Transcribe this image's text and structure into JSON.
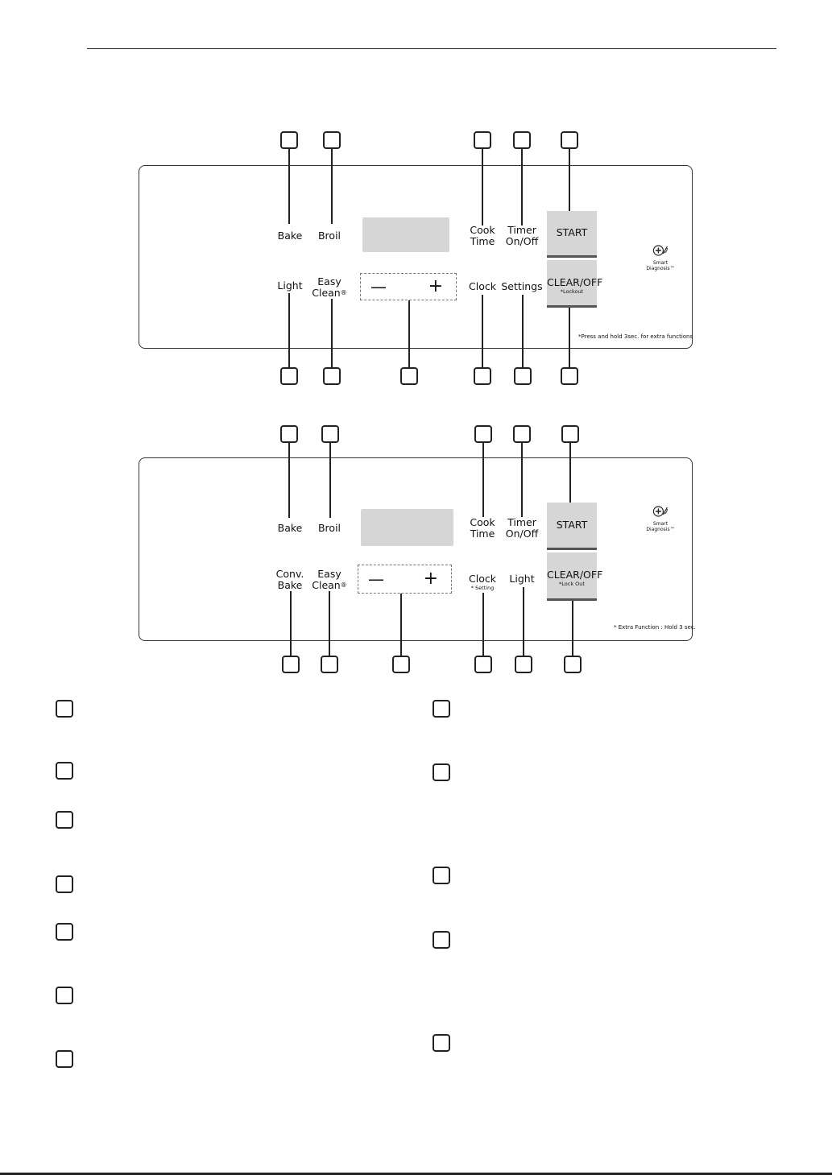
{
  "panel_a": {
    "buttons": {
      "bake": "Bake",
      "broil": "Broil",
      "cook_time_1": "Cook",
      "cook_time_2": "Time",
      "timer_1": "Timer",
      "timer_2": "On/Off",
      "start": "START",
      "light": "Light",
      "easy_clean_1": "Easy",
      "easy_clean_2": "Clean",
      "easy_clean_mark": "®",
      "minus": "—",
      "plus": "+",
      "clock": "Clock",
      "settings": "Settings",
      "clear_off": "CLEAR/OFF",
      "clear_off_sub": "*Lockout"
    },
    "note": "*Press and hold 3sec. for extra functions",
    "smart_diagnosis_1": "Smart",
    "smart_diagnosis_2": "Diagnosis™"
  },
  "panel_b": {
    "buttons": {
      "bake": "Bake",
      "broil": "Broil",
      "cook_time_1": "Cook",
      "cook_time_2": "Time",
      "timer_1": "Timer",
      "timer_2": "On/Off",
      "start": "START",
      "conv_bake_1": "Conv.",
      "conv_bake_2": "Bake",
      "easy_clean_1": "Easy",
      "easy_clean_2": "Clean",
      "easy_clean_mark": "®",
      "minus": "—",
      "plus": "+",
      "clock": "Clock",
      "clock_sub": "* Setting",
      "light": "Light",
      "clear_off": "CLEAR/OFF",
      "clear_off_sub": "*Lock Out"
    },
    "note": "* Extra Function : Hold 3 sec.",
    "smart_diagnosis_1": "Smart",
    "smart_diagnosis_2": "Diagnosis™"
  },
  "colors": {
    "button_fill": "#d6d6d6",
    "outline": "#222222"
  },
  "icons": [
    "smart-diagnosis-icon",
    "minus-icon",
    "plus-icon"
  ]
}
